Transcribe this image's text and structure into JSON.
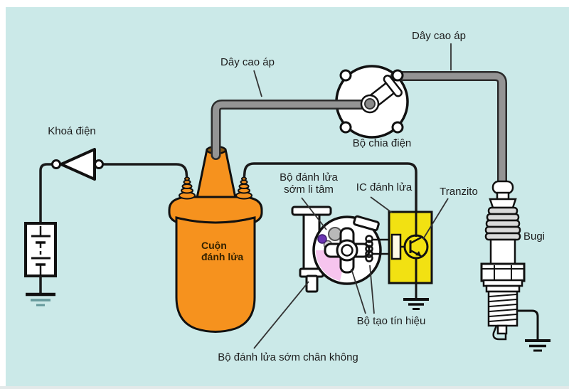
{
  "diagram": {
    "labels": {
      "ignition_switch": "Khoá điện",
      "hv_wire_left": "Dây cao áp",
      "hv_wire_right": "Dây cao áp",
      "distributor": "Bộ chia điện",
      "coil_line1": "Cuộn",
      "coil_line2": "đánh lửa",
      "centrifugal_advance_line1": "Bộ đánh lửa",
      "centrifugal_advance_line2": "sớm li tâm",
      "ignition_ic": "IC đánh lửa",
      "transistor": "Tranzito",
      "spark_plug": "Bugi",
      "signal_generator": "Bộ tạo tín hiệu",
      "vacuum_advance": "Bộ đánh lửa sớm chân không"
    },
    "colors": {
      "background": "#cbe9e8",
      "coil_orange": "#F6921E",
      "ic_box_yellow": "#F2E112",
      "hv_wire_gray": "#949494",
      "signal_pink": "#F6C4EE",
      "weight_purple": "#6B35B2",
      "outline": "#111111",
      "ground_teal": "#66999B"
    }
  }
}
